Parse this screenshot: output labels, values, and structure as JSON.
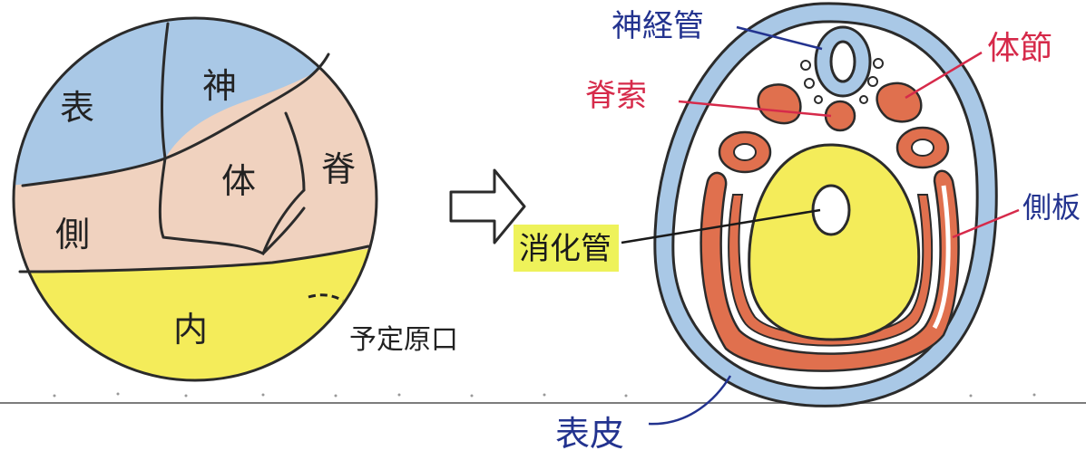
{
  "left_diagram": {
    "regions": {
      "ectoderm": "表",
      "neural": "神",
      "somite": "体",
      "notochord": "脊",
      "lateral": "側",
      "endoderm": "内"
    },
    "blastopore_label": "予定原口"
  },
  "arrow_icon": "right-arrow-icon",
  "right_diagram": {
    "labels": {
      "neural_tube": "神経管",
      "notochord": "脊索",
      "somite": "体節",
      "lateral_plate": "側板",
      "gut": "消化管",
      "epidermis": "表皮"
    }
  },
  "colors": {
    "ectoderm_blue": "#a9c8e6",
    "mesoderm_peach": "#f0d2bf",
    "endoderm_yellow": "#f4ec5a",
    "mesoderm_red": "#e0704e",
    "label_blue": "#23338f",
    "label_red": "#d62a4a",
    "highlight_yellow": "#eef25a"
  }
}
